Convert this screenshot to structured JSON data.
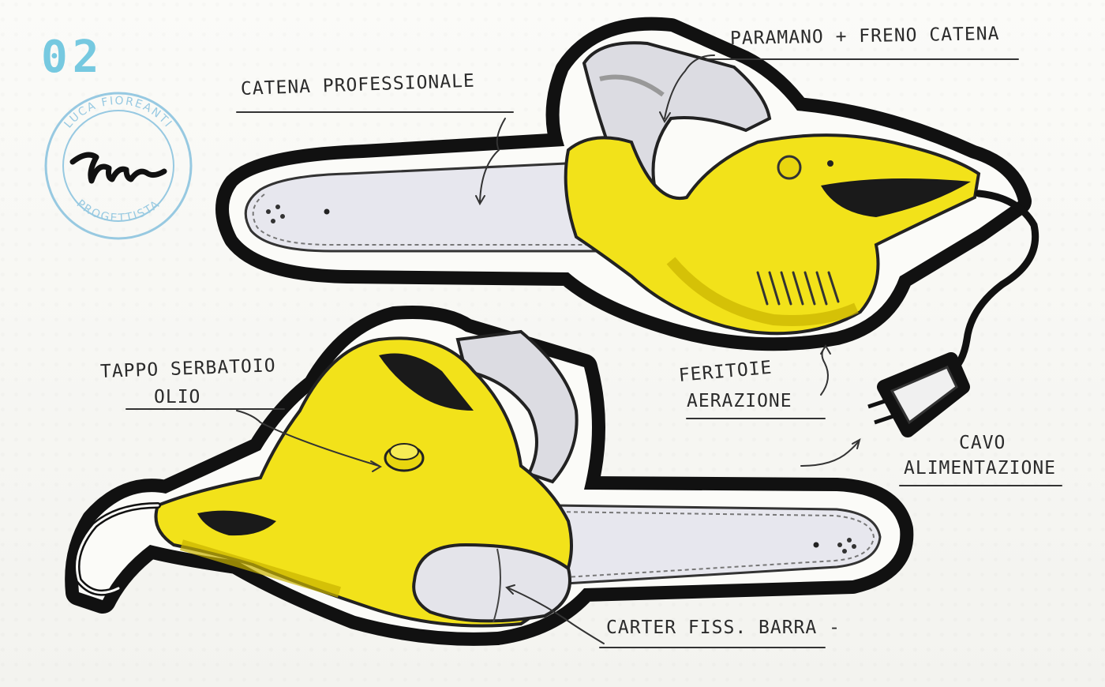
{
  "sheet": {
    "number": "02"
  },
  "stamp": {
    "top_text": "LUCA FIOREANTI",
    "bottom_text": "PROGETTISTA",
    "color": "#7fbedd"
  },
  "annotations": {
    "chain": "CATENA PROFESSIONALE",
    "hand_guard": "PARAMANO + FRENO CATENA",
    "oil_cap_line1": "TAPPO SERBATOIO",
    "oil_cap_line2": "OLIO",
    "vents_line1": "FERITOIE",
    "vents_line2": "AERAZIONE",
    "cable_line1": "CAVO",
    "cable_line2": "ALIMENTAZIONE",
    "bar_cover": "CARTER FISS. BARRA -"
  },
  "colors": {
    "body_yellow": "#f2e21a",
    "body_shadow": "#c9b300",
    "guard_grey": "#dcdce2",
    "outline": "#111111",
    "sheet_number": "#5fc1dd"
  }
}
